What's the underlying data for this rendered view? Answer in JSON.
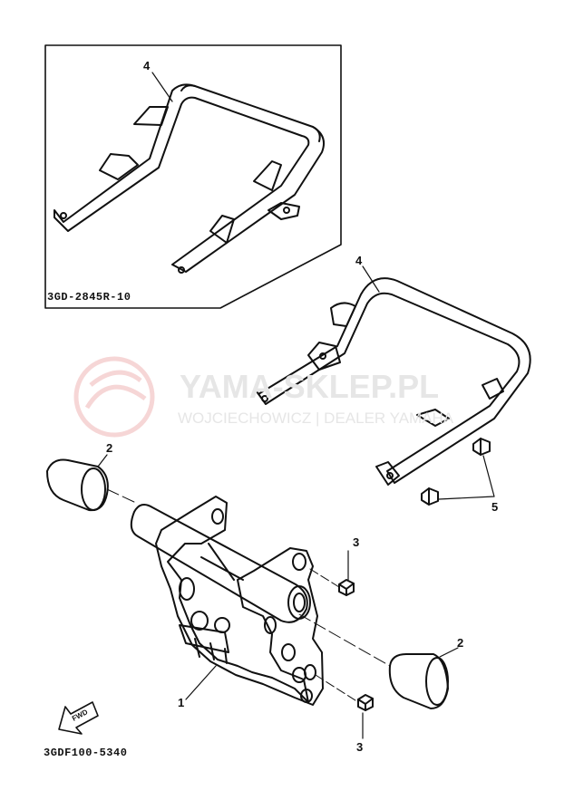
{
  "inset_code": "3GD-2845R-10",
  "drawing_code": "3GDF100-5340",
  "fwd_label": "FWD",
  "watermark": {
    "title": "YAMA-SKLEP.PL",
    "subtitle": "WOJCIECHOWICZ | DEALER YAMAHA"
  },
  "callouts": {
    "inset_4": "4",
    "main_4": "4",
    "left_2": "2",
    "right_2": "2",
    "upper_3": "3",
    "lower_3": "3",
    "part_5": "5",
    "part_1": "1"
  },
  "colors": {
    "line": "#111111",
    "watermark": "#e6e6e6",
    "watermark_logo": "#f3c6c6"
  }
}
